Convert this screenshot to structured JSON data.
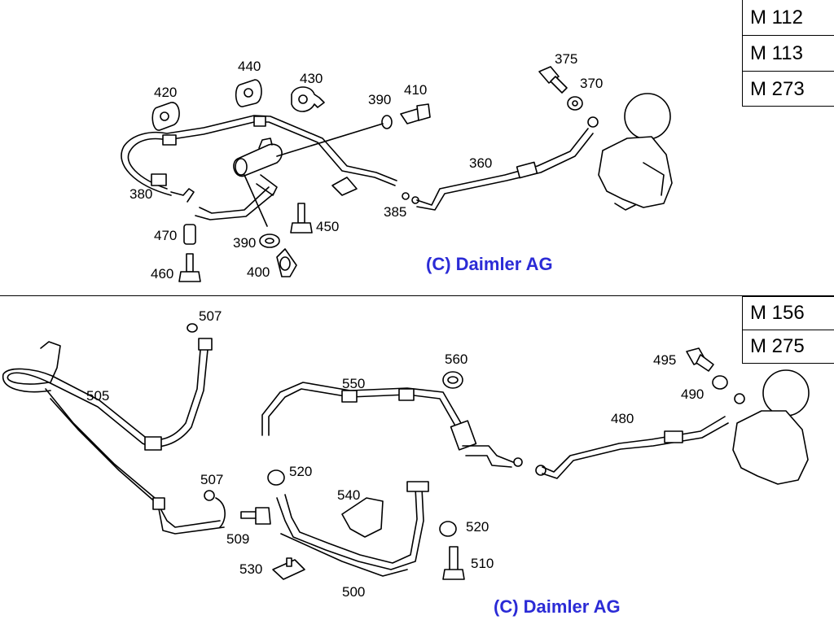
{
  "top_panel": {
    "engine_codes": [
      "M 112",
      "M 113",
      "M 273"
    ],
    "copyright": "(C) Daimler AG",
    "part_labels": {
      "p420": "420",
      "p440": "440",
      "p430": "430",
      "p390a": "390",
      "p410": "410",
      "p375": "375",
      "p370": "370",
      "p360": "360",
      "p380": "380",
      "p385": "385",
      "p470": "470",
      "p390b": "390",
      "p450": "450",
      "p460": "460",
      "p400": "400"
    }
  },
  "bottom_panel": {
    "engine_codes": [
      "M 156",
      "M 275"
    ],
    "copyright": "(C) Daimler AG",
    "part_labels": {
      "p507a": "507",
      "p505": "505",
      "p507b": "507",
      "p509": "509",
      "p530": "530",
      "p500": "500",
      "p520a": "520",
      "p550": "550",
      "p560": "560",
      "p540": "540",
      "p520b": "520",
      "p510": "510",
      "p495": "495",
      "p490": "490",
      "p480": "480"
    }
  },
  "colors": {
    "copyright": "#2b2bd6",
    "line": "#000000"
  }
}
